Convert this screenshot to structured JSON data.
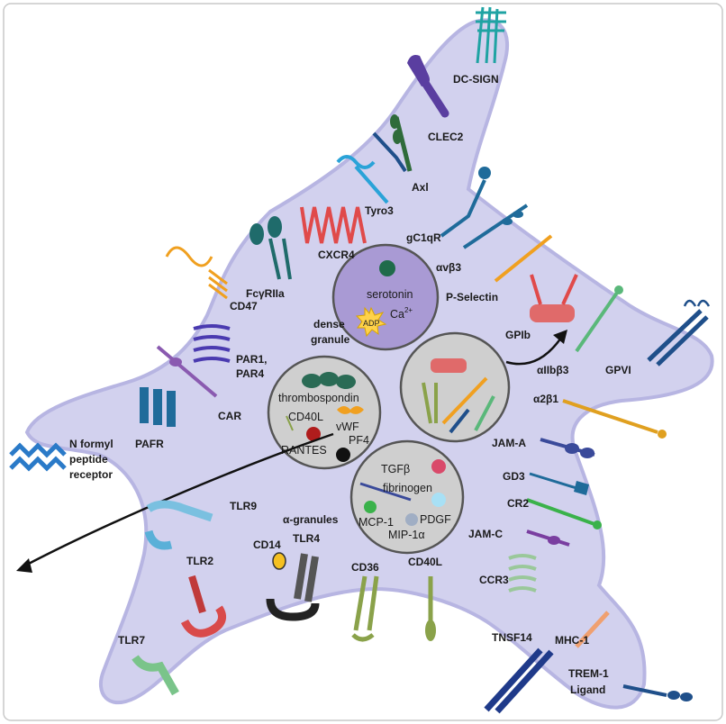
{
  "receptors": {
    "dc_sign": "DC-SIGN",
    "clec2": "CLEC2",
    "axl": "Axl",
    "tyro3": "Tyro3",
    "cxcr4": "CXCR4",
    "gc1qr": "gC1qR",
    "avb3": "αvβ3",
    "p_selectin": "P-Selectin",
    "fcyriia": "FcγRIIa",
    "cd47": "CD47",
    "par_line1": "PAR1,",
    "par_line2": "PAR4",
    "car": "CAR",
    "pafr": "PAFR",
    "nfpr_line1": "N formyl",
    "nfpr_line2": "peptide",
    "nfpr_line3": "receptor",
    "gpib": "GPIb",
    "aiib3": "αIIbβ3",
    "gpvi": "GPVI",
    "a2b1": "α2β1",
    "jam_a": "JAM-A",
    "gd3": "GD3",
    "cr2": "CR2",
    "jam_c": "JAM-C",
    "ccr3": "CCR3",
    "mhc1": "MHC-1",
    "tnsf14": "TNSF14",
    "trem1_line1": "TREM-1",
    "trem1_line2": "Ligand",
    "tlr9": "TLR9",
    "tlr2": "TLR2",
    "cd14": "CD14",
    "tlr4": "TLR4",
    "cd36": "CD36",
    "cd40l_surface": "CD40L",
    "tlr7": "TLR7"
  },
  "dense_granule": {
    "label_line1": "dense",
    "label_line2": "granule",
    "serotonin": "serotonin",
    "calcium": "Ca",
    "calcium_sup": "2+",
    "adp": "ADP"
  },
  "alpha_granule_1": {
    "thrombospondin": "thrombospondin",
    "cd40l": "CD40L",
    "vwf": "vWF",
    "rantes": "RANTES",
    "pf4": "PF4"
  },
  "alpha_granule_2": {
    "tgfb": "TGFβ",
    "fibrinogen": "fibrinogen",
    "mcp1": "MCP-1",
    "pdgf": "PDGF",
    "mip1a": "MIP-1α"
  },
  "alpha_granules_label": "α-granules",
  "colors": {
    "cell_fill": "#d2d1ee",
    "cell_stroke": "#b7b5e2",
    "granule_fill": "#cfcfcf",
    "dense_fill": "#a99ad4"
  }
}
